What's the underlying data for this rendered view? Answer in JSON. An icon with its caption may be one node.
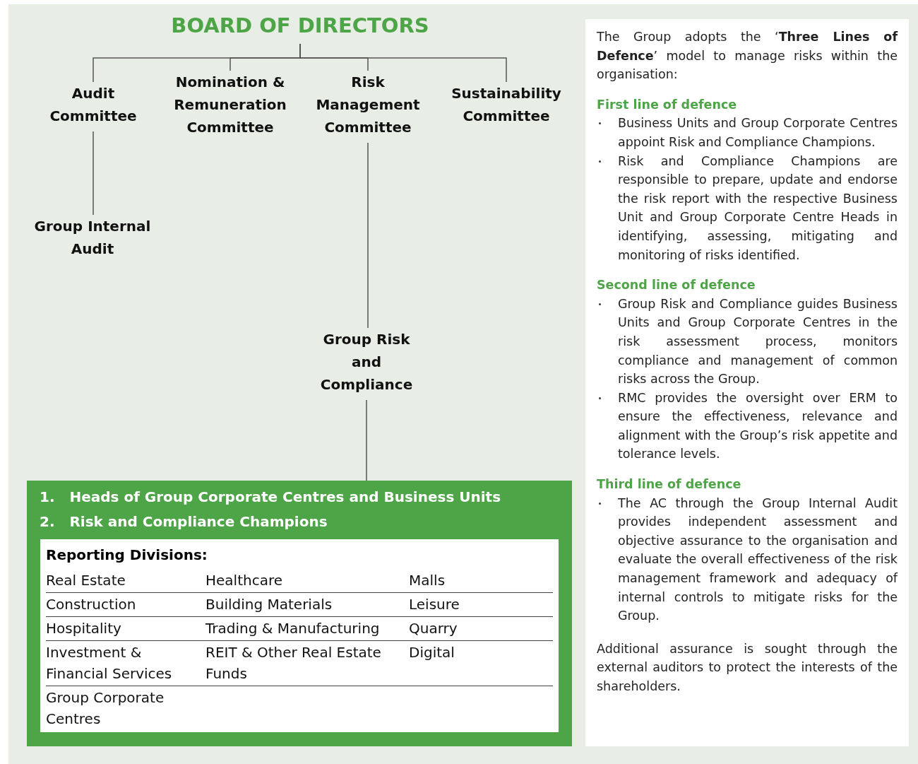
{
  "diagram": {
    "nodes": [
      {
        "text": [
          "BOARD OF DIRECTORS"
        ]
      },
      {
        "text": [
          "Audit Committee"
        ]
      },
      {
        "text": [
          "Nomination & Remuneration Committee"
        ]
      },
      {
        "text": [
          "Risk Management Committee"
        ]
      },
      {
        "text": [
          "Sustainability Committee"
        ]
      },
      {
        "text": [
          "Group Internal Audit"
        ]
      },
      {
        "text": [
          "Group Risk and Compliance"
        ]
      },
      {
        "text": [
          "1. Heads of Group Corporate Centres and Business Units",
          "2. Risk and Compliance Champions"
        ]
      },
      {
        "text": [
          "Reporting Divisions:"
        ],
        "in": 7
      },
      {
        "text": [
          "The Group adopts the ‘**Three Lines of Defence**’ model to manage risks within the organisation:",
          "First line of defence",
          "Business Units and Group Corporate Centres appoint Risk and Compliance Champions.",
          "Risk and Compliance Champions are responsible to prepare, update and endorse the risk report with the respective Business Unit and Group Corporate Centre Heads in identifying, assessing, mitigating and monitoring of risks identified.",
          "Second line of defence",
          "Group Risk and Compliance guides Business Units and Group Corporate Centres in the risk assessment process, monitors compliance and management of common risks across the Group.",
          "RMC provides the oversight over ERM to ensure the effectiveness, relevance and alignment with the Group’s risk appetite and tolerance levels.",
          "Third line of defence",
          "The AC through the Group Internal Audit provides independent assessment and objective assurance to the organisation and evaluate the overall effectiveness of the risk management framework and adequacy of internal controls to mitigate risks for the Group.",
          "Additional assurance is sought through the external auditors to protect the interests of the shareholders."
        ]
      }
    ],
    "edges": [
      {
        "from": 0,
        "to": 1,
        "arrow": "none"
      },
      {
        "from": 0,
        "to": 2,
        "arrow": "none"
      },
      {
        "from": 0,
        "to": 3,
        "arrow": "none"
      },
      {
        "from": 0,
        "to": 4,
        "arrow": "none"
      },
      {
        "from": 1,
        "to": 5,
        "arrow": "none"
      },
      {
        "from": 3,
        "to": 6,
        "arrow": "none"
      },
      {
        "from": 6,
        "to": 7,
        "arrow": "none"
      }
    ],
    "labels": [
      "Real Estate",
      "Healthcare",
      "Malls",
      "Construction",
      "Building Materials",
      "Leisure",
      "Hospitality",
      "Trading & Manufacturing",
      "Quarry",
      "Investment & Financial Services",
      "REIT & Other Real Estate Funds",
      "Digital",
      "Group Corporate Centres"
    ]
  }
}
